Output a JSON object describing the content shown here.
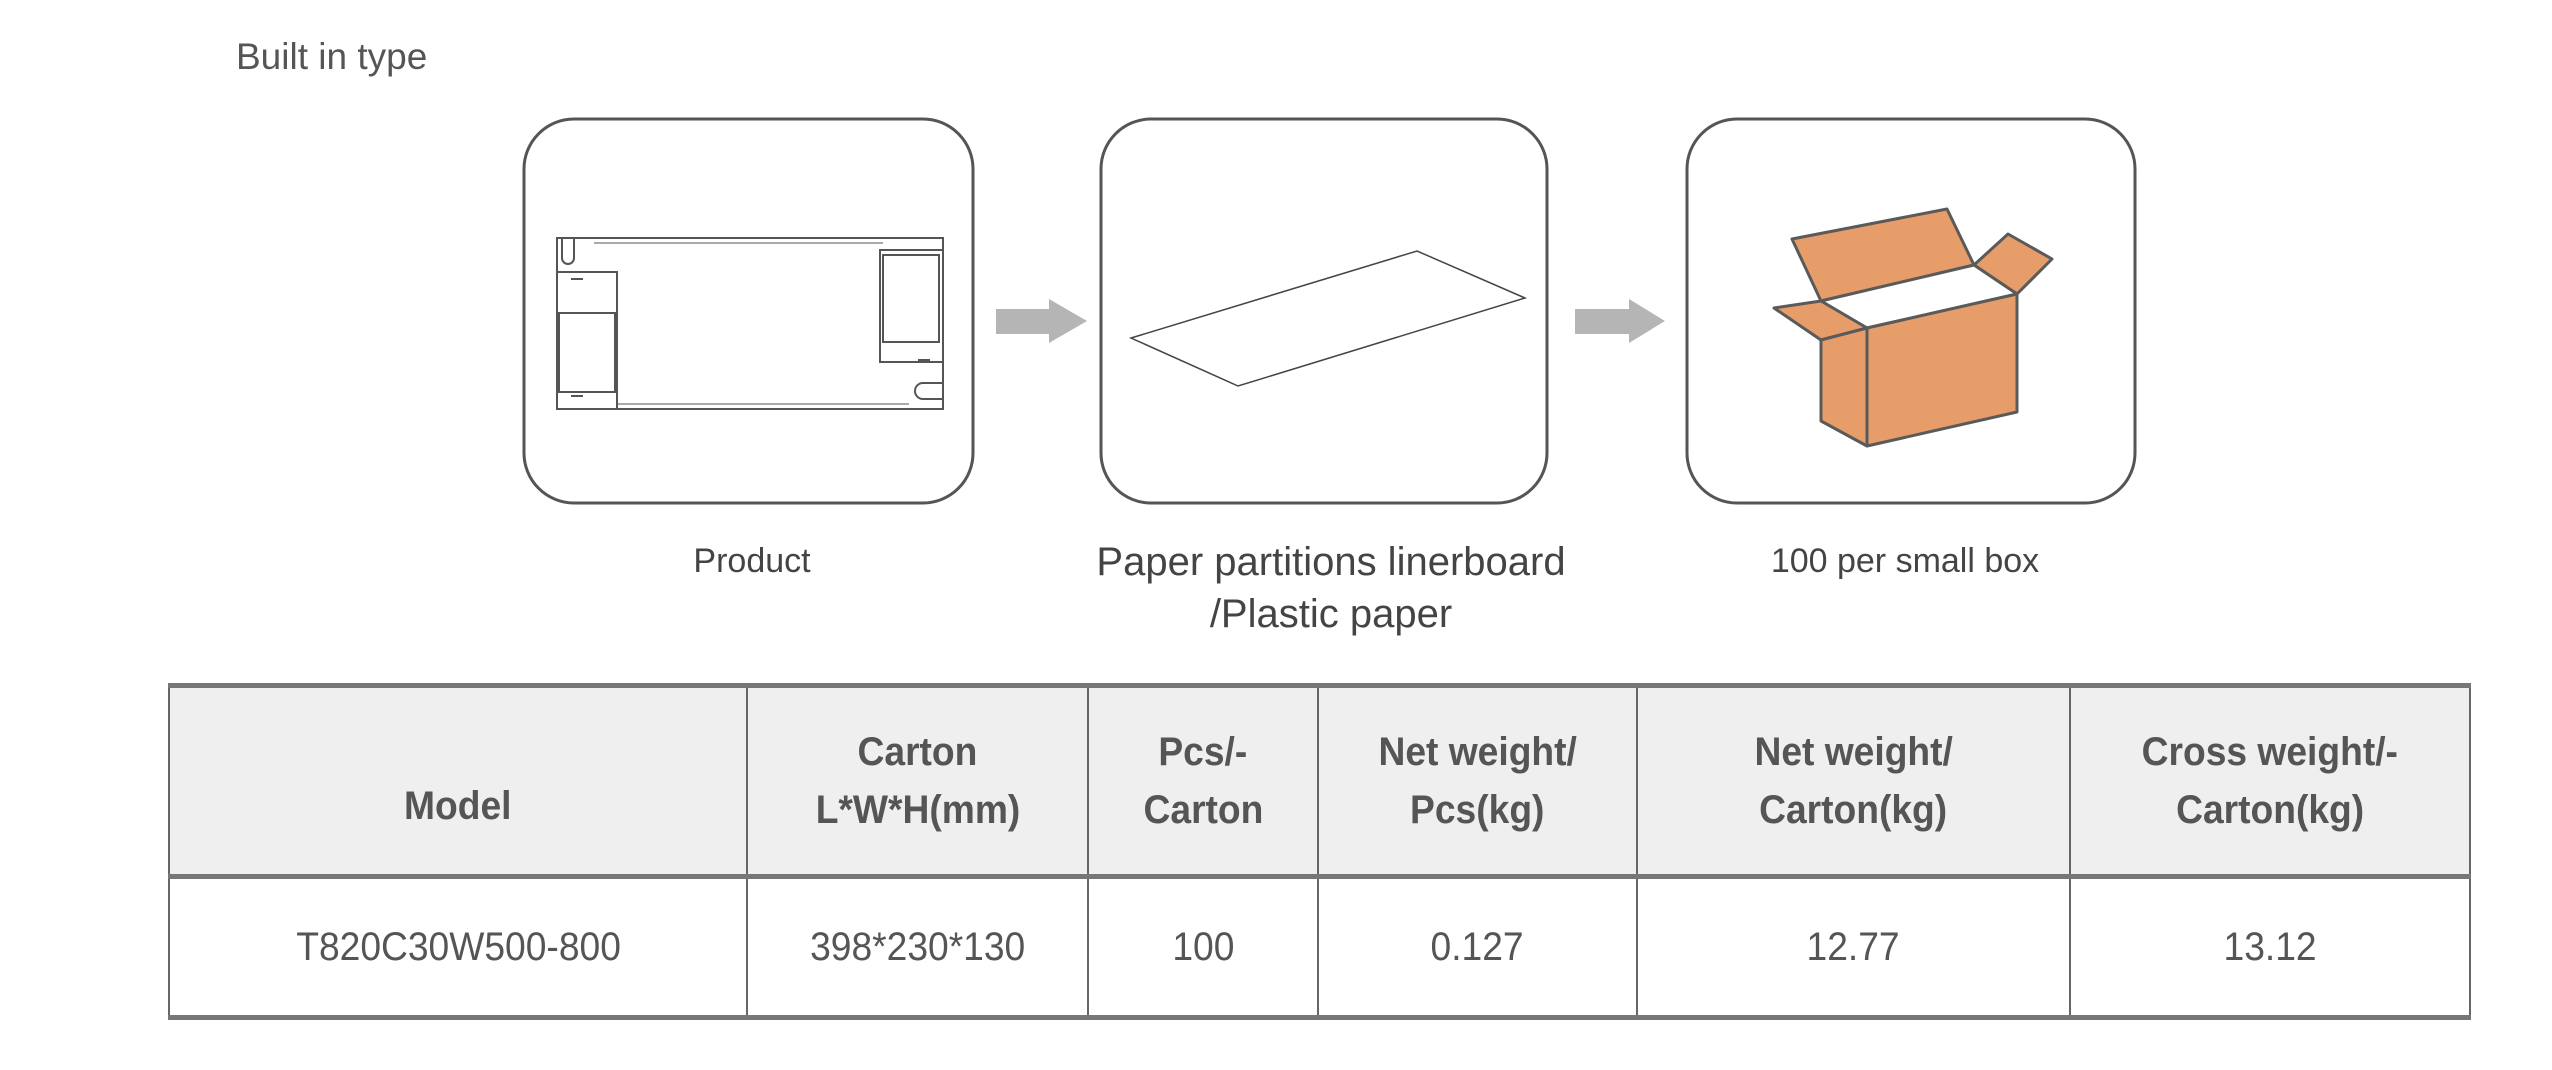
{
  "heading": "Built in type",
  "steps": [
    {
      "label": "Product",
      "icon": "product-drawing"
    },
    {
      "label_line1": "Paper partitions linerboard",
      "label_line2": "/Plastic paper",
      "icon": "paper-sheet"
    },
    {
      "label": "100 per small box",
      "icon": "open-carton-box"
    }
  ],
  "colors": {
    "box_fill": "#e69d6a",
    "arrow": "#b5b5b5",
    "frame": "#555555",
    "header_bg": "#efefef"
  },
  "table": {
    "headers": [
      {
        "line1": "Model",
        "line2": ""
      },
      {
        "line1": "Carton",
        "line2": "L*W*H(mm)"
      },
      {
        "line1": "Pcs/-",
        "line2": "Carton"
      },
      {
        "line1": "Net weight/",
        "line2": "Pcs(kg)"
      },
      {
        "line1": "Net weight/",
        "line2": "Carton(kg)"
      },
      {
        "line1": "Cross weight/-",
        "line2": "Carton(kg)"
      }
    ],
    "rows": [
      [
        "T820C30W500-800",
        "398*230*130",
        "100",
        "0.127",
        "12.77",
        "13.12"
      ]
    ]
  }
}
